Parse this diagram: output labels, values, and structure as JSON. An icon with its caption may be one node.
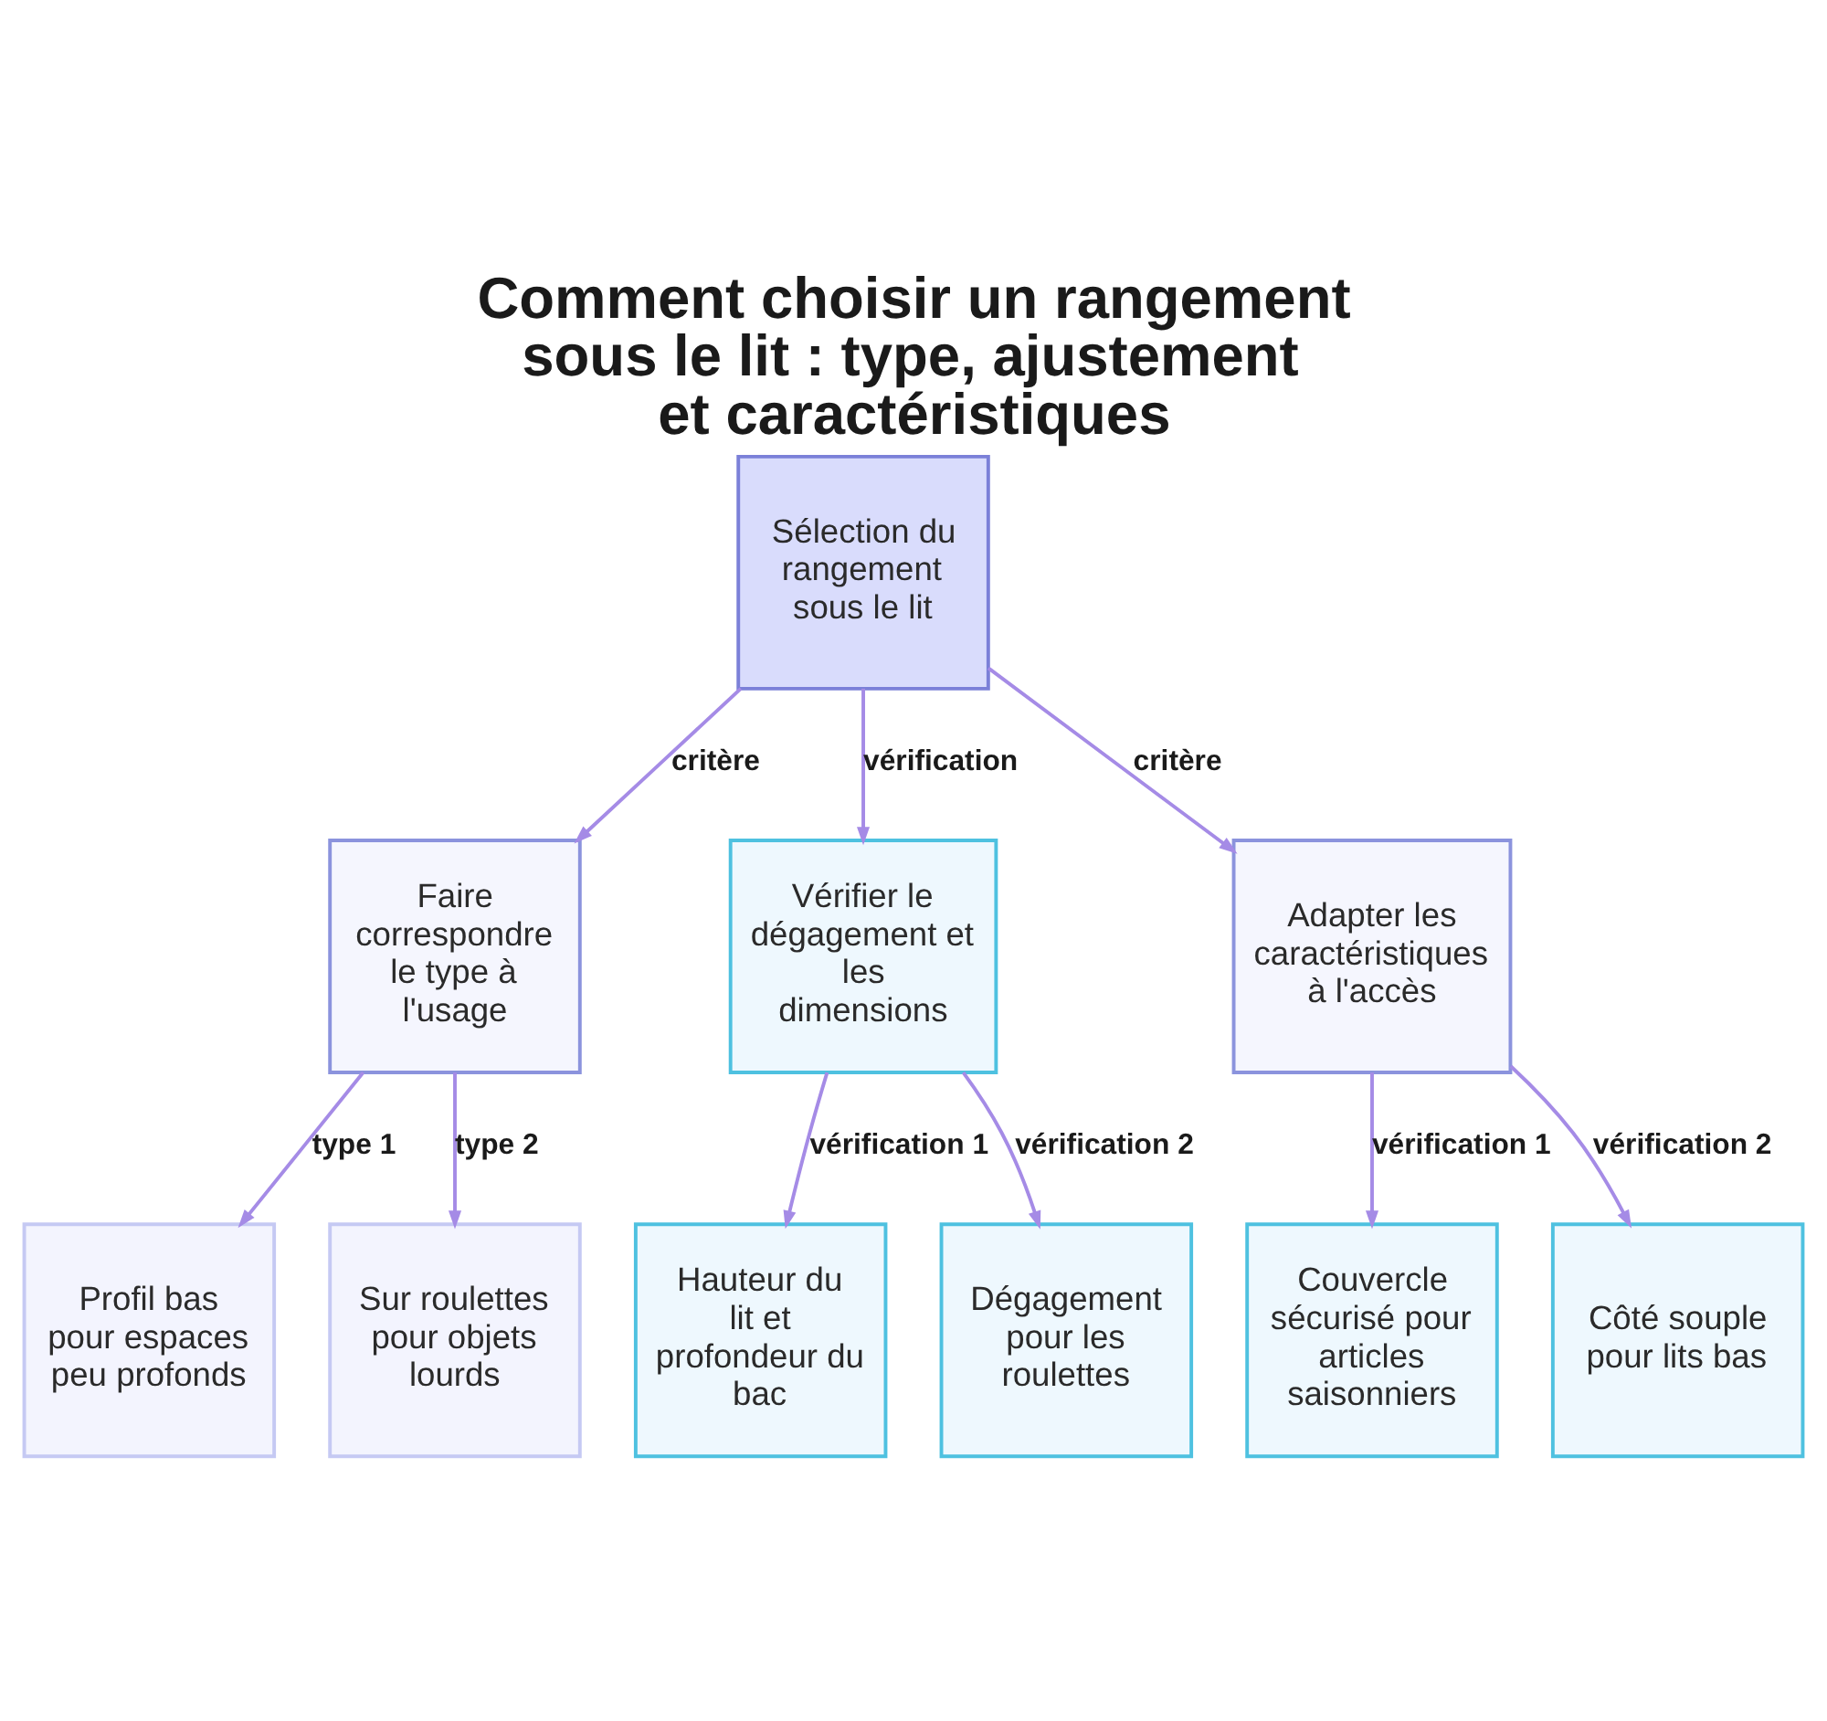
{
  "diagram": {
    "title": "Comment choisir un rangement sous le lit : type, ajustement et caractéristiques",
    "nodes": [
      {
        "text": [
          "Sélection du rangement sous le lit"
        ]
      },
      {
        "text": [
          "Faire correspondre le type à l'usage"
        ]
      },
      {
        "text": [
          "Vérifier le dégagement et les dimensions"
        ]
      },
      {
        "text": [
          "Adapter les caractéristiques à l'accès"
        ]
      },
      {
        "text": [
          "Profil bas pour espaces peu profonds"
        ]
      },
      {
        "text": [
          "Sur roulettes pour objets lourds"
        ]
      },
      {
        "text": [
          "Hauteur du lit et profondeur du bac"
        ]
      },
      {
        "text": [
          "Dégagement pour les roulettes"
        ]
      },
      {
        "text": [
          "Couvercle sécurisé pour articles saisonniers"
        ]
      },
      {
        "text": [
          "Côté souple pour lits bas"
        ]
      }
    ],
    "edges": [
      {
        "from": 0,
        "to": 1,
        "arrow": "to",
        "label": "critère"
      },
      {
        "from": 0,
        "to": 2,
        "arrow": "to",
        "label": "vérification"
      },
      {
        "from": 0,
        "to": 3,
        "arrow": "to",
        "label": "critère"
      },
      {
        "from": 1,
        "to": 4,
        "arrow": "to",
        "label": "type 1"
      },
      {
        "from": 1,
        "to": 5,
        "arrow": "to",
        "label": "type 2"
      },
      {
        "from": 2,
        "to": 6,
        "arrow": "to",
        "label": "vérification 1"
      },
      {
        "from": 2,
        "to": 7,
        "arrow": "to",
        "label": "vérification 2"
      },
      {
        "from": 3,
        "to": 8,
        "arrow": "to",
        "label": "vérification 1"
      },
      {
        "from": 3,
        "to": 9,
        "arrow": "to",
        "label": "vérification 2"
      }
    ]
  }
}
